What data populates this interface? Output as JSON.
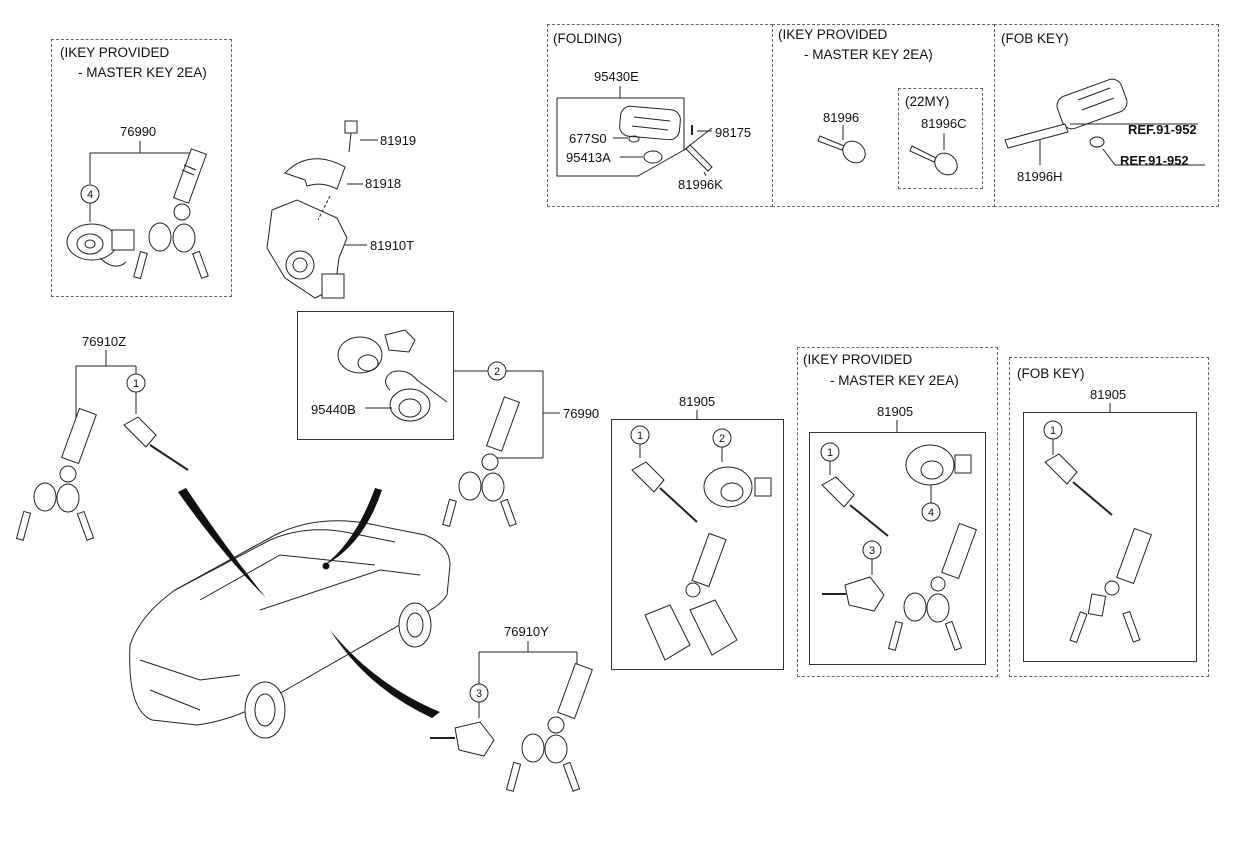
{
  "sections": {
    "iKey_top_left": {
      "line1": "(IKEY PROVIDED",
      "line2": "- MASTER KEY 2EA)",
      "part": "76990",
      "callout": "4"
    },
    "folding": {
      "title": "(FOLDING)"
    },
    "iKey_top_mid": {
      "line1": "(IKEY PROVIDED",
      "line2": "- MASTER KEY 2EA)",
      "sub": "(22MY)"
    },
    "fob_top": {
      "title": "(FOB KEY)"
    },
    "iKey_bottom": {
      "line1": "(IKEY PROVIDED",
      "line2": "- MASTER KEY 2EA)",
      "part": "81905"
    },
    "fob_bottom": {
      "title": "(FOB KEY)",
      "part": "81905"
    }
  },
  "parts": {
    "p81919": "81919",
    "p81918": "81918",
    "p81910T": "81910T",
    "p95440B": "95440B",
    "p76910Z": "76910Z",
    "p76990": "76990",
    "p81905": "81905",
    "p76910Y": "76910Y",
    "p95430E": "95430E",
    "p677S0": "677S0",
    "p95413A": "95413A",
    "p98175": "98175",
    "p81996K": "81996K",
    "p81996": "81996",
    "p81996C": "81996C",
    "p81996H": "81996H"
  },
  "refs": {
    "ref1": "REF.91-952",
    "ref2": "REF.91-952"
  },
  "callouts": {
    "c1": "1",
    "c2": "2",
    "c3": "3",
    "c4": "4"
  }
}
